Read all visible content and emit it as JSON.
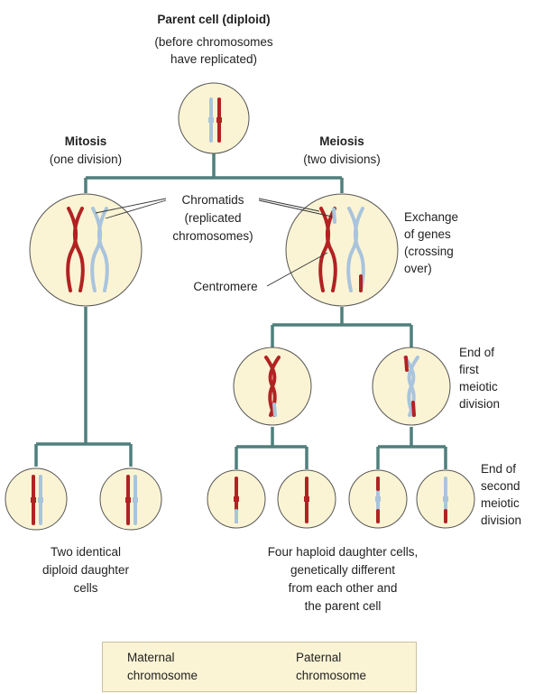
{
  "title": {
    "line1": "Parent cell (diploid)",
    "line2": "(before chromosomes",
    "line3": "have replicated)"
  },
  "mitosis": {
    "title": "Mitosis",
    "subtitle": "(one division)",
    "result_line1": "Two identical",
    "result_line2": "diploid daughter",
    "result_line3": "cells"
  },
  "meiosis": {
    "title": "Meiosis",
    "subtitle": "(two divisions)",
    "result_line1": "Four haploid daughter cells,",
    "result_line2": "genetically different",
    "result_line3": "from each other and",
    "result_line4": "the parent cell"
  },
  "labels": {
    "chromatids_line1": "Chromatids",
    "chromatids_line2": "(replicated",
    "chromatids_line3": "chromosomes)",
    "centromere": "Centromere",
    "exchange_line1": "Exchange",
    "exchange_line2": "of genes",
    "exchange_line3": "(crossing",
    "exchange_line4": "over)",
    "first_line1": "End of",
    "first_line2": "first",
    "first_line3": "meiotic",
    "first_line4": "division",
    "second_line1": "End of",
    "second_line2": "second",
    "second_line3": "meiotic",
    "second_line4": "division"
  },
  "legend": {
    "maternal_line1": "Maternal",
    "maternal_line2": "chromosome",
    "paternal_line1": "Paternal",
    "paternal_line2": "chromosome"
  },
  "colors": {
    "maternal": "#b22222",
    "paternal": "#a9c4dc",
    "connector": "#4f7f7c",
    "cell_fill": "#fbf4d4",
    "cell_stroke": "#555555",
    "legend_fill": "#fbf4d4"
  }
}
